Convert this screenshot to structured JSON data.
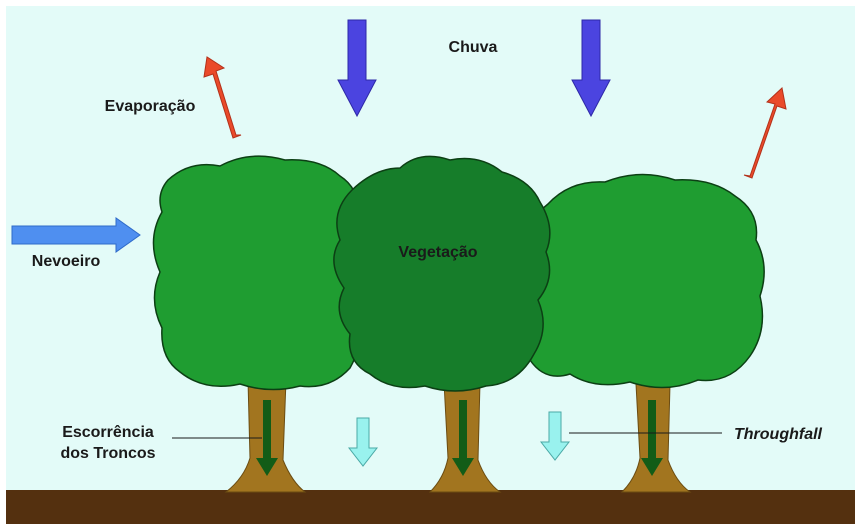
{
  "labels": {
    "rain": "Chuva",
    "evaporation": "Evaporação",
    "fog": "Nevoeiro",
    "vegetation": "Vegetação",
    "stemflow_line1": "Escorrência",
    "stemflow_line2": "dos Troncos",
    "throughfall": "Throughfall"
  },
  "colors": {
    "sky": "#e3fbf8",
    "ground": "#54300f",
    "trunk": "#a2751f",
    "canopy_light": "#1f9d31",
    "canopy_dark": "#167d2a",
    "canopy_outline": "#0c3f14",
    "rain_arrow": "#4b44e0",
    "evaporation_arrow": "#ea4a2a",
    "fog_arrow": "#4f8ff0",
    "stemflow_arrow": "#125c17",
    "throughfall_arrow": "#99f2ee"
  }
}
